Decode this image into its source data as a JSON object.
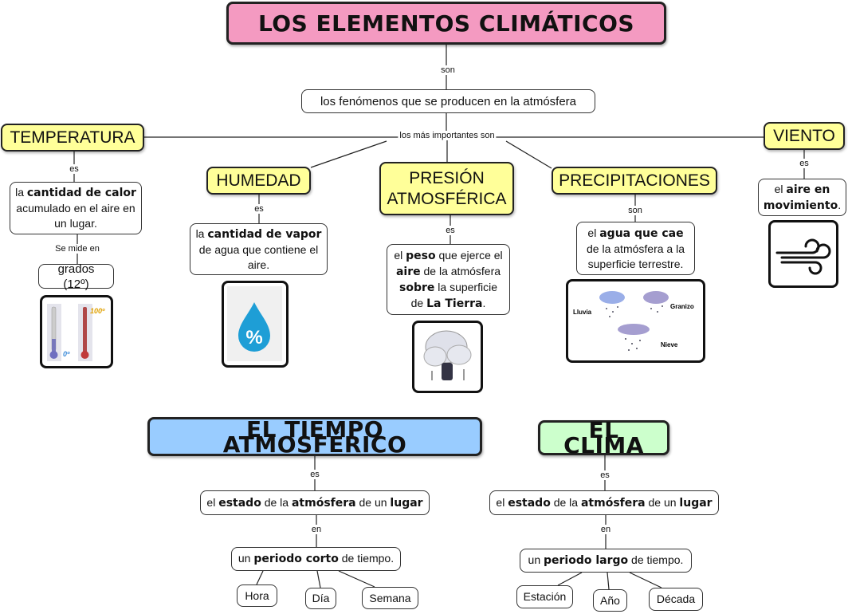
{
  "title": "LOS ELEMENTOS CLIMÁTICOS",
  "colors": {
    "title": "#f49ac1",
    "element": "#ffff99",
    "tiempo": "#99ccff",
    "clima": "#ccffcc"
  },
  "root": {
    "link": "son",
    "text": "los fenómenos que se producen en la atmósfera",
    "branch_link": "los más importantes son"
  },
  "temperatura": {
    "label": "TEMPERATURA",
    "link": "es",
    "def": [
      {
        "t": "la "
      },
      {
        "t": "cantidad de calor",
        "b": true
      },
      {
        "t": " acumulado en el aire en un lugar."
      }
    ],
    "link2": "Se mide en",
    "unit": "grados (12º)",
    "icon": "thermometer-icon",
    "icon_texts": [
      "0º",
      "100º"
    ]
  },
  "humedad": {
    "label": "HUMEDAD",
    "link": "es",
    "def": [
      {
        "t": "la "
      },
      {
        "t": "cantidad de vapor",
        "b": true
      },
      {
        "t": " de agua que contiene el aire."
      }
    ],
    "icon": "humidity-drop-icon",
    "icon_text": "%"
  },
  "presion": {
    "label": "PRESIÓN ATMOSFÉRICA",
    "link": "es",
    "def": [
      {
        "t": "el "
      },
      {
        "t": "peso",
        "b": true
      },
      {
        "t": " que ejerce el "
      },
      {
        "t": "aire",
        "b": true
      },
      {
        "t": " de la atmósfera "
      },
      {
        "t": "sobre",
        "b": true
      },
      {
        "t": " la superficie de "
      },
      {
        "t": "La Tierra",
        "b": true
      },
      {
        "t": "."
      }
    ],
    "icon": "cloud-pressure-icon"
  },
  "precipitaciones": {
    "label": "PRECIPITACIONES",
    "link": "son",
    "def": [
      {
        "t": "el "
      },
      {
        "t": "agua que cae",
        "b": true
      },
      {
        "t": " de la atmósfera a la superficie terrestre."
      }
    ],
    "icon": "precipitation-clouds-icon",
    "types": [
      "Lluvia",
      "Granizo",
      "Nieve"
    ]
  },
  "viento": {
    "label": "VIENTO",
    "link": "es",
    "def": [
      {
        "t": "el "
      },
      {
        "t": "aire en movimiento",
        "b": true
      },
      {
        "t": "."
      }
    ],
    "icon": "wind-icon"
  },
  "tiempo": {
    "label": "EL TIEMPO ATMOSFÉRICO",
    "link": "es",
    "def": [
      {
        "t": "el "
      },
      {
        "t": "estado",
        "b": true
      },
      {
        "t": " de la "
      },
      {
        "t": "atmósfera",
        "b": true
      },
      {
        "t": " de un "
      },
      {
        "t": "lugar",
        "b": true
      }
    ],
    "link2": "en",
    "period": [
      {
        "t": "un "
      },
      {
        "t": "periodo corto",
        "b": true
      },
      {
        "t": " de tiempo."
      }
    ],
    "units": [
      "Hora",
      "Día",
      "Semana"
    ]
  },
  "clima": {
    "label": "EL CLIMA",
    "link": "es",
    "def": [
      {
        "t": "el "
      },
      {
        "t": "estado",
        "b": true
      },
      {
        "t": " de la "
      },
      {
        "t": "atmósfera",
        "b": true
      },
      {
        "t": " de un "
      },
      {
        "t": "lugar",
        "b": true
      }
    ],
    "link2": "en",
    "period": [
      {
        "t": "un "
      },
      {
        "t": "periodo largo",
        "b": true
      },
      {
        "t": " de tiempo."
      }
    ],
    "units": [
      "Estación",
      "Año",
      "Década"
    ]
  }
}
